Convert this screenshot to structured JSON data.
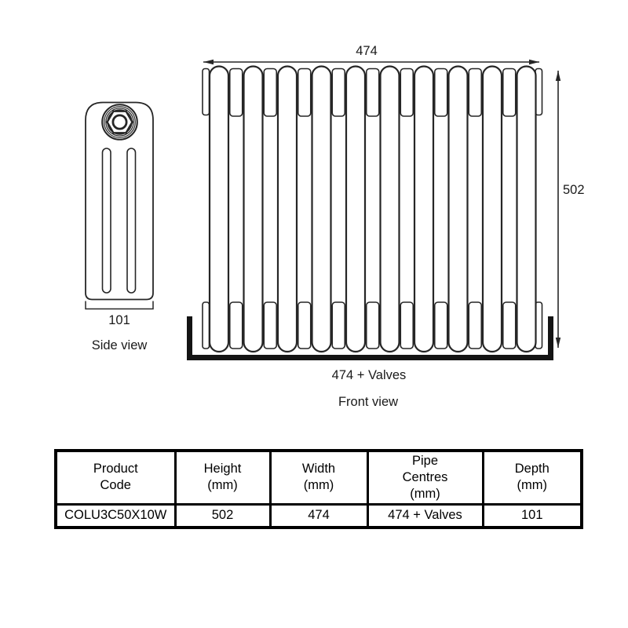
{
  "colors": {
    "background": "#ffffff",
    "line": "#262626",
    "text": "#1a1a1a",
    "table_border": "#000000"
  },
  "side_view": {
    "label": "Side view",
    "depth_dim": "101"
  },
  "front_view": {
    "label": "Front view",
    "width_dim": "474",
    "height_dim": "502",
    "pipe_centres_dim": "474 + Valves",
    "sections": 10
  },
  "table": {
    "headers": [
      {
        "lines": [
          "Product",
          "Code"
        ]
      },
      {
        "lines": [
          "Height",
          "(mm)"
        ]
      },
      {
        "lines": [
          "Width",
          "(mm)"
        ]
      },
      {
        "lines": [
          "Pipe",
          "Centres",
          "(mm)"
        ]
      },
      {
        "lines": [
          "Depth",
          "(mm)"
        ]
      }
    ],
    "row": [
      "COLU3C50X10W",
      "502",
      "474",
      "474 + Valves",
      "101"
    ]
  }
}
